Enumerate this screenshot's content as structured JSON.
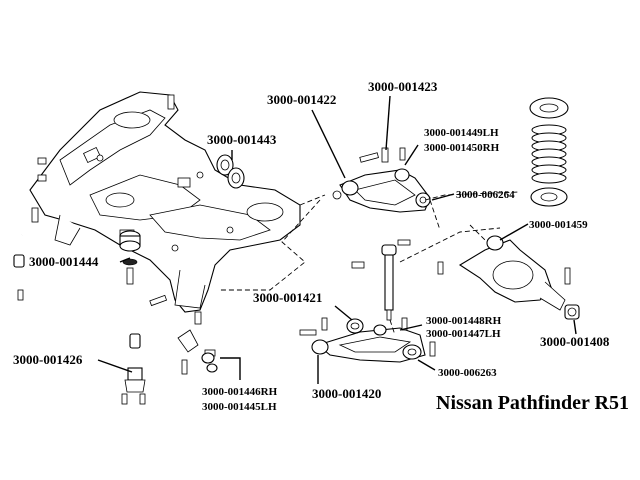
{
  "title": "Nissan Pathfinder R51",
  "parts": {
    "p1443": "3000-001443",
    "p1422": "3000-001422",
    "p1423": "3000-001423",
    "p1449": "3000-001449LH",
    "p1450": "3000-001450RH",
    "p6264": "3000-006264",
    "p1459": "3000-001459",
    "p1444": "3000-001444",
    "p1421": "3000-001421",
    "p1448": "3000-001448RH",
    "p1447": "3000-001447LH",
    "p1408": "3000-001408",
    "p1426": "3000-001426",
    "p6263": "3000-006263",
    "p1446": "3000-001446RH",
    "p1445": "3000-001445LH",
    "p1420": "3000-001420"
  }
}
